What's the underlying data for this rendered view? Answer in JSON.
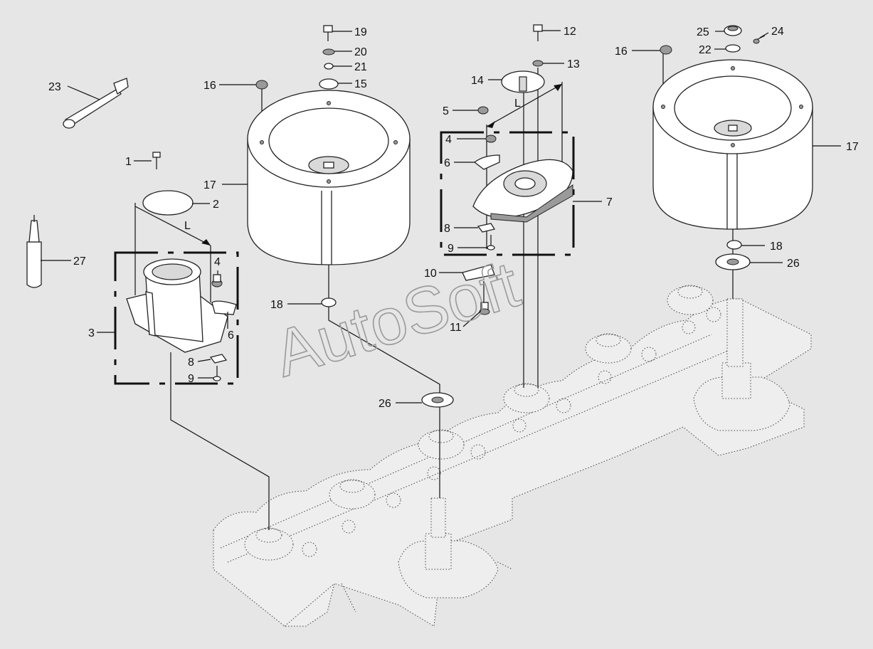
{
  "callouts": [
    {
      "label": "1"
    },
    {
      "label": "2"
    },
    {
      "label": "3"
    },
    {
      "label": "4"
    },
    {
      "label": "6"
    },
    {
      "label": "8"
    },
    {
      "label": "9"
    },
    {
      "label": "27"
    },
    {
      "label": "23"
    },
    {
      "label": "16"
    },
    {
      "label": "17"
    },
    {
      "label": "19"
    },
    {
      "label": "20"
    },
    {
      "label": "21"
    },
    {
      "label": "15"
    },
    {
      "label": "18"
    },
    {
      "label": "26"
    },
    {
      "label": "12"
    },
    {
      "label": "13"
    },
    {
      "label": "14"
    },
    {
      "label": "5"
    },
    {
      "label": "4"
    },
    {
      "label": "6"
    },
    {
      "label": "7"
    },
    {
      "label": "8"
    },
    {
      "label": "9"
    },
    {
      "label": "10"
    },
    {
      "label": "11"
    },
    {
      "label": "25"
    },
    {
      "label": "24"
    },
    {
      "label": "22"
    },
    {
      "label": "16"
    },
    {
      "label": "17"
    },
    {
      "label": "18"
    },
    {
      "label": "26"
    }
  ],
  "dimension_labels": [
    "L",
    "L"
  ],
  "watermark": "AutoSoft"
}
